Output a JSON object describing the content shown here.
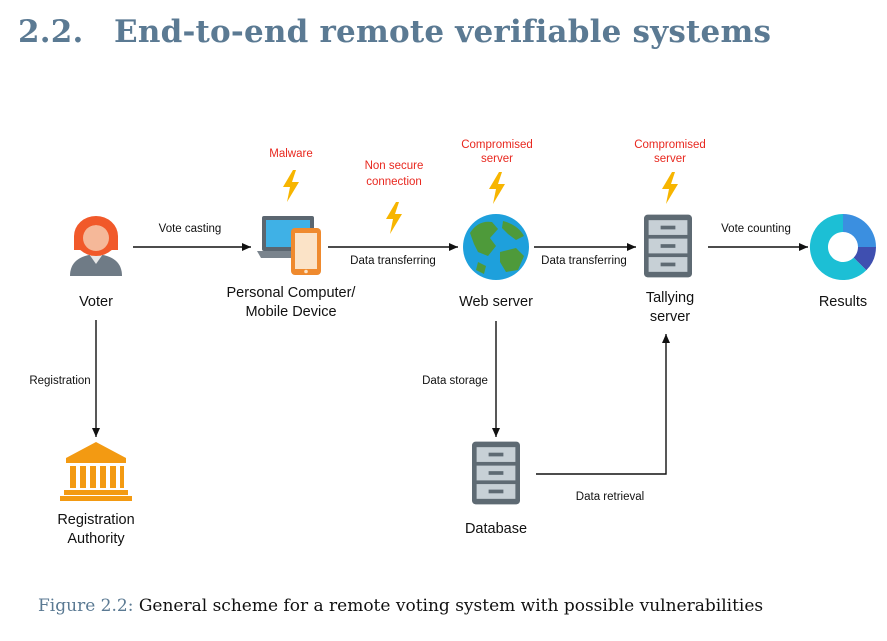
{
  "section": {
    "number": "2.2.",
    "title": "End-to-end remote verifiable systems",
    "color": "#5b7a93"
  },
  "nodes": {
    "voter": "Voter",
    "device_line1": "Personal Computer/",
    "device_line2": "Mobile Device",
    "web_server": "Web server",
    "tallying_line1": "Tallying",
    "tallying_line2": "server",
    "results": "Results",
    "authority_line1": "Registration",
    "authority_line2": "Authority",
    "database": "Database"
  },
  "edges": {
    "vote_casting": "Vote casting",
    "data_transferring_1": "Data transferring",
    "data_transferring_2": "Data transferring",
    "vote_counting": "Vote counting",
    "registration": "Registration",
    "data_storage": "Data storage",
    "data_retrieval": "Data retrieval"
  },
  "threats": {
    "malware": "Malware",
    "non_secure_line1": "Non secure",
    "non_secure_line2": "connection",
    "compromised1_line1": "Compromised",
    "compromised1_line2": "server",
    "compromised2_line1": "Compromised",
    "compromised2_line2": "server",
    "color": "#e8281f"
  },
  "icons": {
    "voter": "person-avatar-icon",
    "device": "laptop-phone-icon",
    "web_server": "globe-icon",
    "tallying": "server-rack-icon",
    "results": "donut-chart-icon",
    "authority": "government-building-icon",
    "database": "server-rack-icon",
    "threat": "lightning-bolt-icon"
  },
  "caption": {
    "label": "Figure 2.2:",
    "text": "General scheme for a remote voting system with possible vulnerabilities"
  }
}
